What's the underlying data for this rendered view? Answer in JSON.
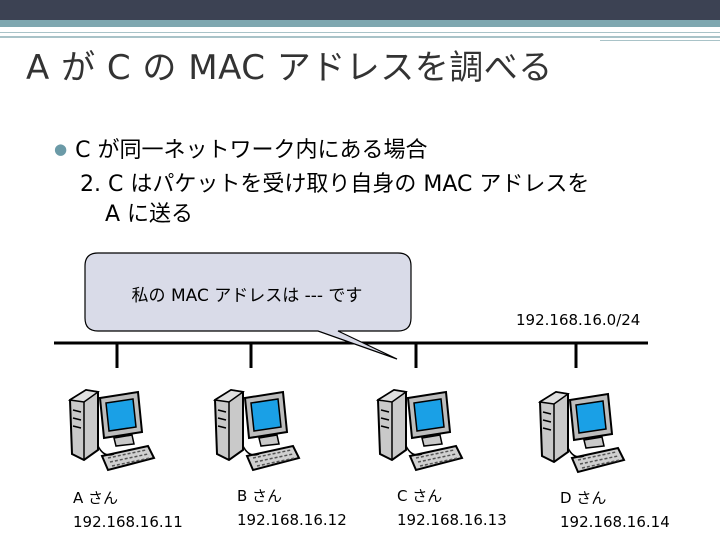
{
  "slide": {
    "title": "A が C の MAC アドレスを調べる",
    "bullet": "C が同一ネットワーク内にある場合",
    "step_line1": "2. C はパケットを受け取り自身の MAC アドレスを",
    "step_line2": "A に送る"
  },
  "diagram": {
    "speech_bubble": "私の MAC アドレスは --- です",
    "network": "192.168.16.0/24",
    "hosts": [
      {
        "name": "A さん",
        "ip": "192.168.16.11"
      },
      {
        "name": "B さん",
        "ip": "192.168.16.12"
      },
      {
        "name": "C さん",
        "ip": "192.168.16.13"
      },
      {
        "name": "D さん",
        "ip": "192.168.16.14"
      }
    ]
  },
  "colors": {
    "header_dark": "#3c4253",
    "header_teal": "#7ea7b0",
    "bubble_fill": "#d9dbe8",
    "monitor_screen": "#1aa0e6"
  }
}
